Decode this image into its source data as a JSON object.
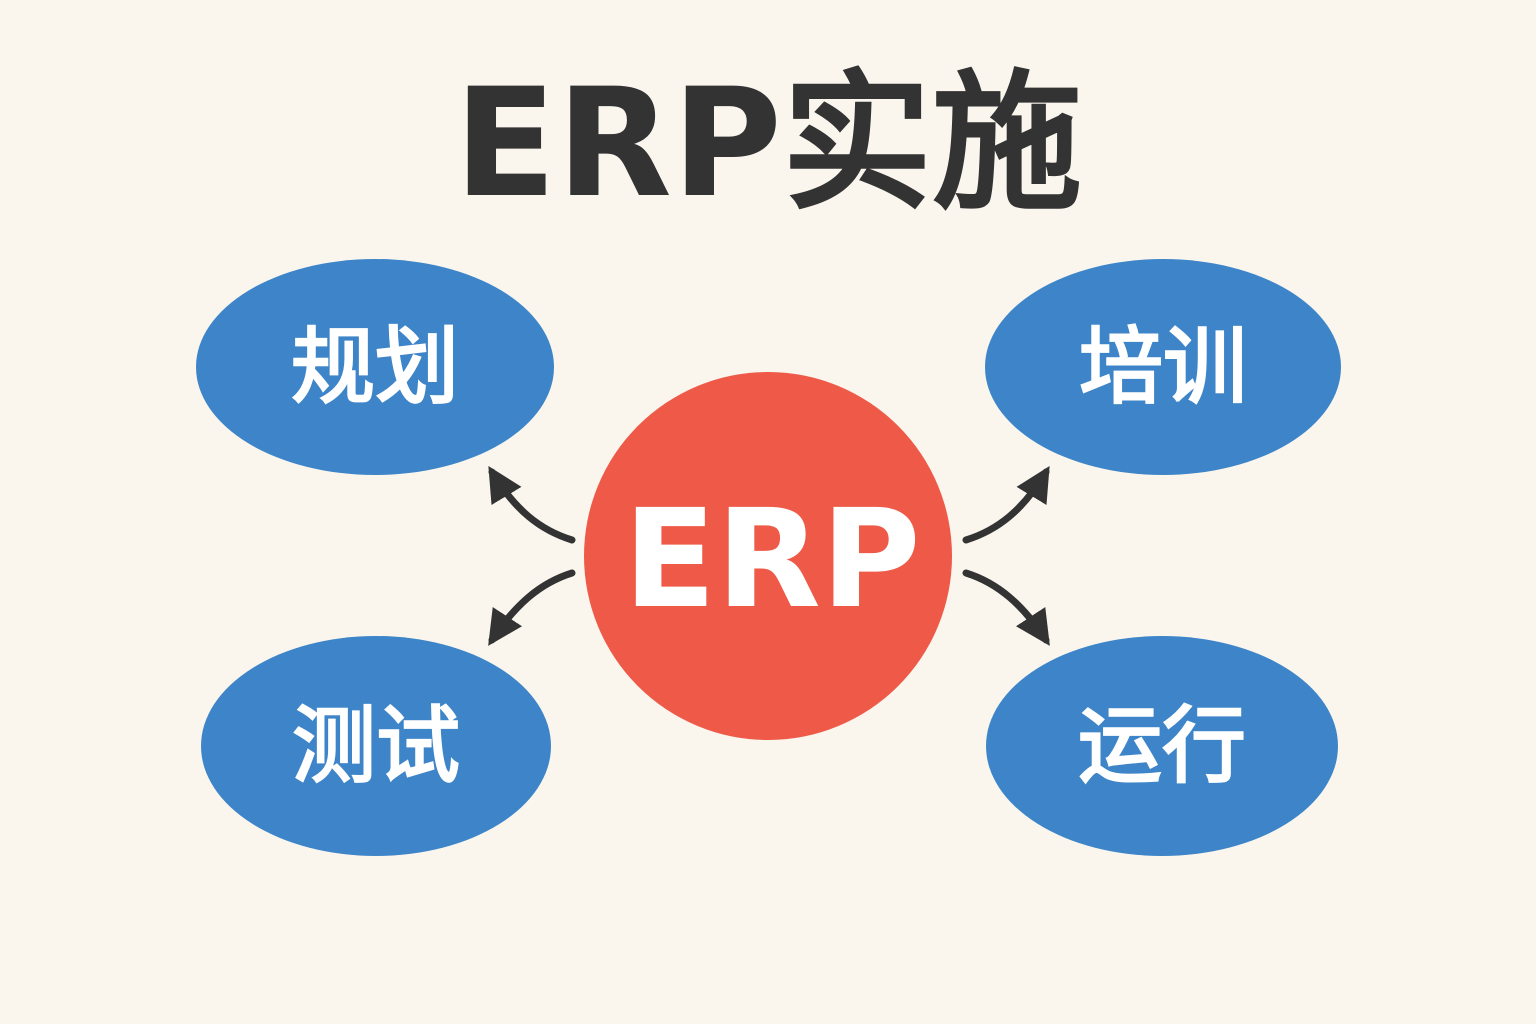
{
  "title": "ERP实施",
  "center": {
    "label": "ERP"
  },
  "nodes": [
    {
      "label": "规划"
    },
    {
      "label": "培训"
    },
    {
      "label": "测试"
    },
    {
      "label": "运行"
    }
  ],
  "colors": {
    "background": "#faf6ee",
    "node": "#3d85c8",
    "center": "#ee5a47",
    "text": "#333333",
    "arrow": "#333333"
  }
}
